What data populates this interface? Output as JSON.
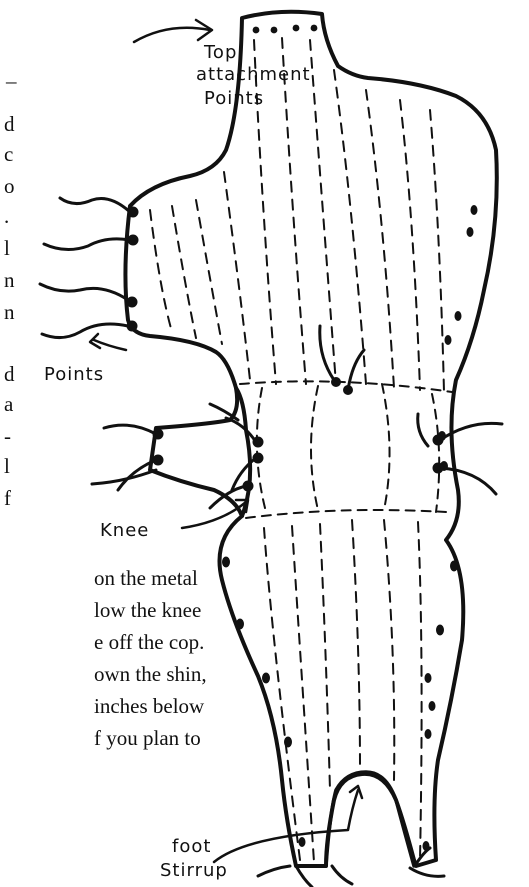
{
  "labels": {
    "top_attachment_line1": "Top",
    "top_attachment_line2": "attachment",
    "top_attachment_line3": "Points",
    "points": "Points",
    "knee": "Knee",
    "foot_line1": "foot",
    "foot_line2": "Stirrup"
  },
  "text_fragments": [
    "d",
    "c",
    "o",
    ".",
    "l",
    "n",
    "n",
    "d",
    "a",
    "-",
    "l",
    "f"
  ],
  "text_lines": [
    "on the metal",
    "low the knee",
    "e off the cop.",
    "own the shin,",
    "inches below",
    "f you plan to"
  ]
}
